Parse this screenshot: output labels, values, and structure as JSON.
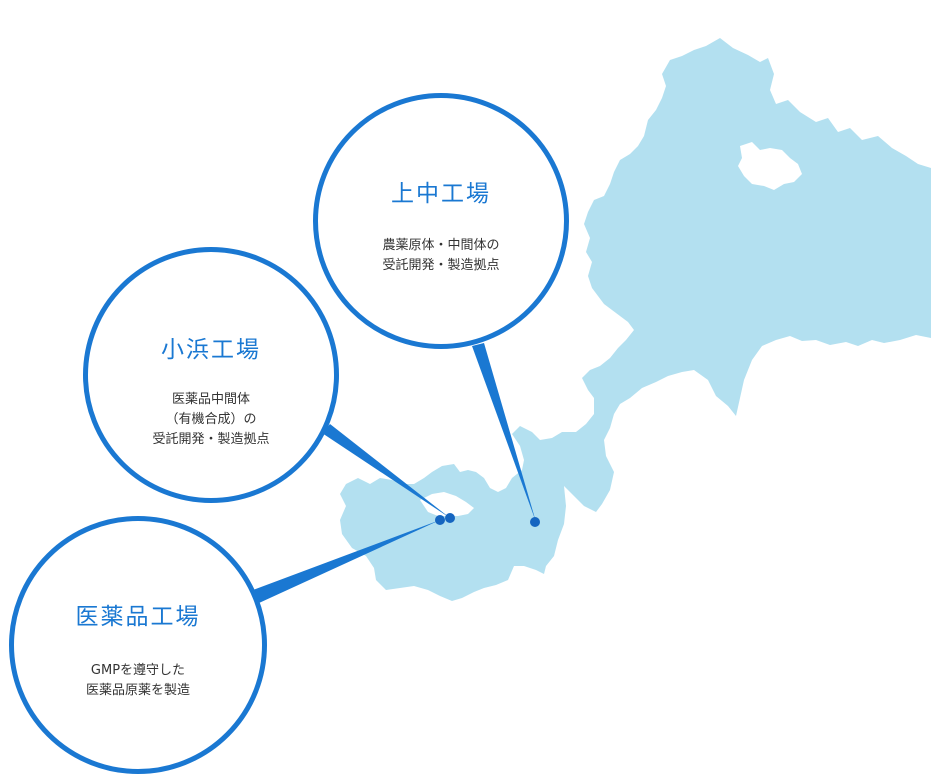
{
  "colors": {
    "land": "#b3e0f0",
    "accent": "#1a78d2",
    "marker": "#1565c0",
    "text": "#333333",
    "background": "#ffffff"
  },
  "map": {
    "region_shape": "Fukui Prefecture silhouette",
    "markers": [
      "kaminaka-factory-marker",
      "obama-factory-marker",
      "pharma-factory-marker"
    ]
  },
  "factories": [
    {
      "key": "kaminaka",
      "title": "上中工場",
      "desc_lines": [
        "農薬原体・中間体の",
        "受託開発・製造拠点"
      ]
    },
    {
      "key": "obama",
      "title": "小浜工場",
      "desc_lines": [
        "医薬品中間体",
        "（有機合成）の",
        "受託開発・製造拠点"
      ]
    },
    {
      "key": "iyakuhin",
      "title": "医薬品工場",
      "desc_lines": [
        "GMPを遵守した",
        "医薬品原薬を製造"
      ]
    }
  ]
}
